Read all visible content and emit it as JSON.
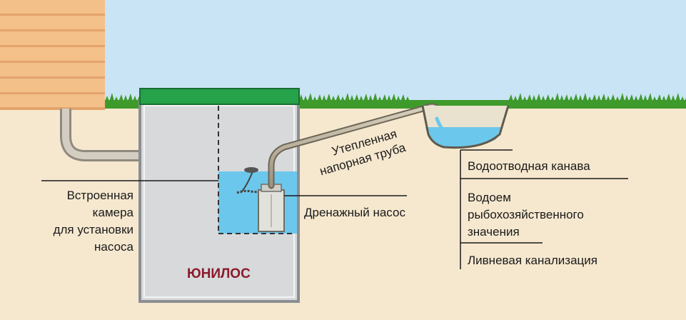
{
  "labels": {
    "chamber_line1": "Встроенная",
    "chamber_line2": "камера",
    "chamber_line3": "для установки",
    "chamber_line4": "насоса",
    "pump": "Дренажный насос",
    "pipe_line1": "Утепленная",
    "pipe_line2": "напорная труба",
    "brand": "ЮНИЛОС",
    "outlet_ditch": "Водоотводная канава",
    "reservoir_line1": "Водоем",
    "reservoir_line2": "рыбохозяйственного",
    "reservoir_line3": "значения",
    "storm_sewer": "Ливневая канализация"
  },
  "colors": {
    "sky": "#c9e4f5",
    "ground": "#f6e8cf",
    "grass": "#3f9a2c",
    "house_wall": "#f3c08a",
    "tank_body": "#d7d9db",
    "tank_lid": "#25a24a",
    "water": "#6cc7ec",
    "brand": "#8b1a2b"
  }
}
